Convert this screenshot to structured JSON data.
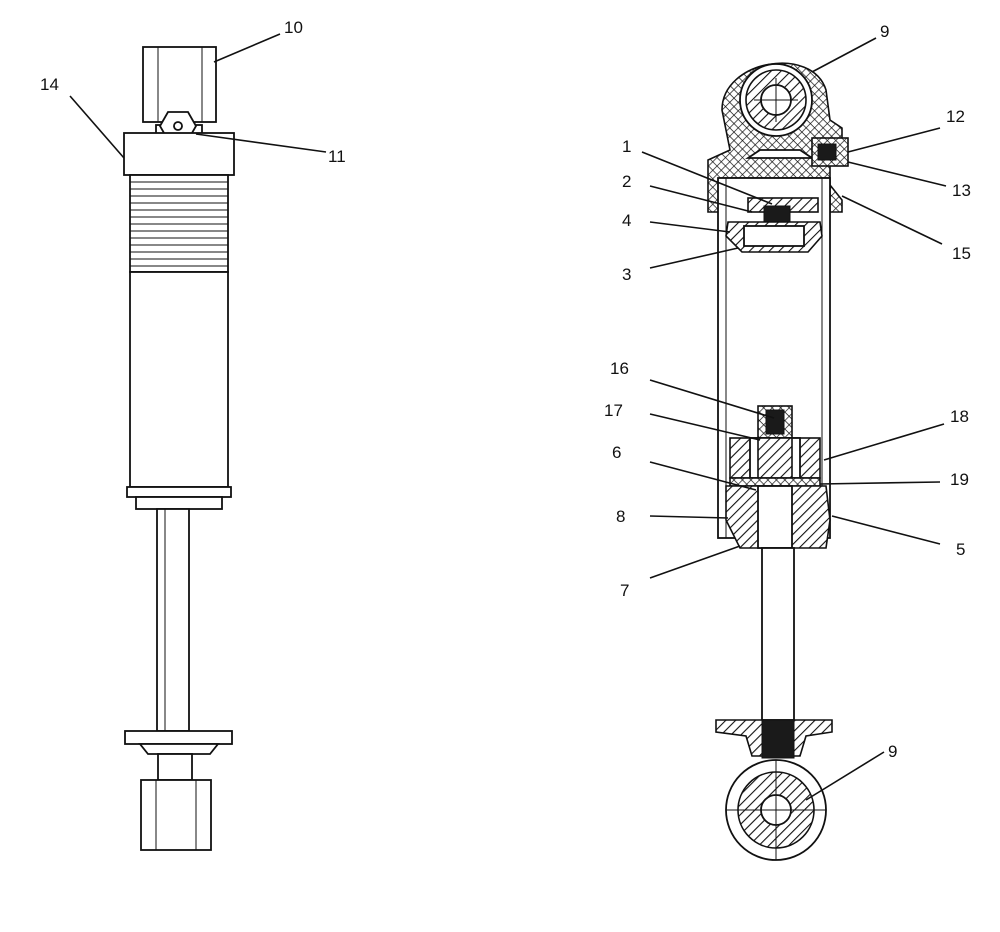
{
  "diagram": {
    "callouts": [
      {
        "id": "c10",
        "label": "10"
      },
      {
        "id": "c14",
        "label": "14"
      },
      {
        "id": "c11",
        "label": "11"
      },
      {
        "id": "c9a",
        "label": "9"
      },
      {
        "id": "c12",
        "label": "12"
      },
      {
        "id": "c1",
        "label": "1"
      },
      {
        "id": "c2",
        "label": "2"
      },
      {
        "id": "c13",
        "label": "13"
      },
      {
        "id": "c4",
        "label": "4"
      },
      {
        "id": "c15",
        "label": "15"
      },
      {
        "id": "c3",
        "label": "3"
      },
      {
        "id": "c16",
        "label": "16"
      },
      {
        "id": "c17",
        "label": "17"
      },
      {
        "id": "c18",
        "label": "18"
      },
      {
        "id": "c6",
        "label": "6"
      },
      {
        "id": "c19",
        "label": "19"
      },
      {
        "id": "c8",
        "label": "8"
      },
      {
        "id": "c5",
        "label": "5"
      },
      {
        "id": "c7",
        "label": "7"
      },
      {
        "id": "c9b",
        "label": "9"
      }
    ]
  }
}
